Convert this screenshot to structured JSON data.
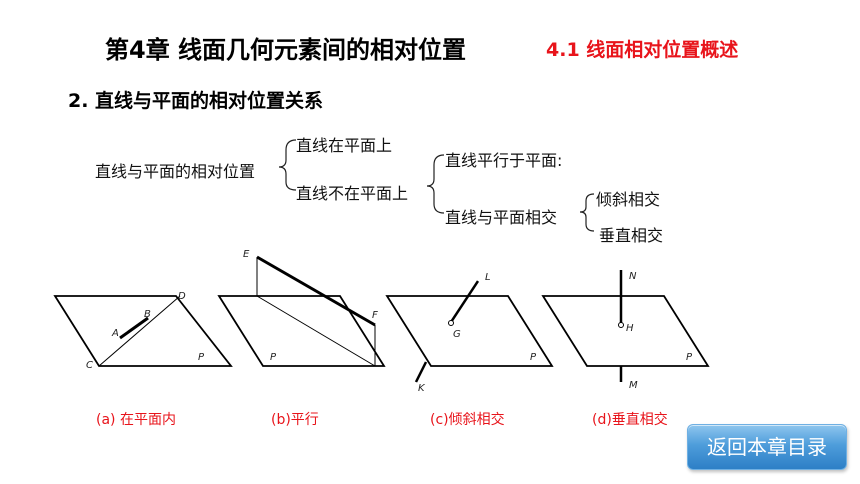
{
  "header": {
    "chapter_title": "第4章  线面几何元素间的相对位置",
    "section_title": "4.1  线面相对位置概述"
  },
  "subheading": "2. 直线与平面的相对位置关系",
  "classification": {
    "root": "直线与平面的相对位置",
    "on_plane": "直线在平面上",
    "not_on_plane": "直线不在平面上",
    "parallel": "直线平行于平面:",
    "intersect": "直线与平面相交",
    "oblique": "倾斜相交",
    "perpendicular": "垂直相交"
  },
  "figures": [
    {
      "caption": "(a) 在平面内",
      "labels": [
        "D",
        "B",
        "A",
        "C",
        "P"
      ]
    },
    {
      "caption": "(b)平行",
      "labels": [
        "E",
        "F",
        "P"
      ]
    },
    {
      "caption": "(c)倾斜相交",
      "labels": [
        "L",
        "G",
        "K",
        "P"
      ]
    },
    {
      "caption": "(d)垂直相交",
      "labels": [
        "N",
        "H",
        "M",
        "P"
      ]
    }
  ],
  "back_button": "返回本章目录"
}
